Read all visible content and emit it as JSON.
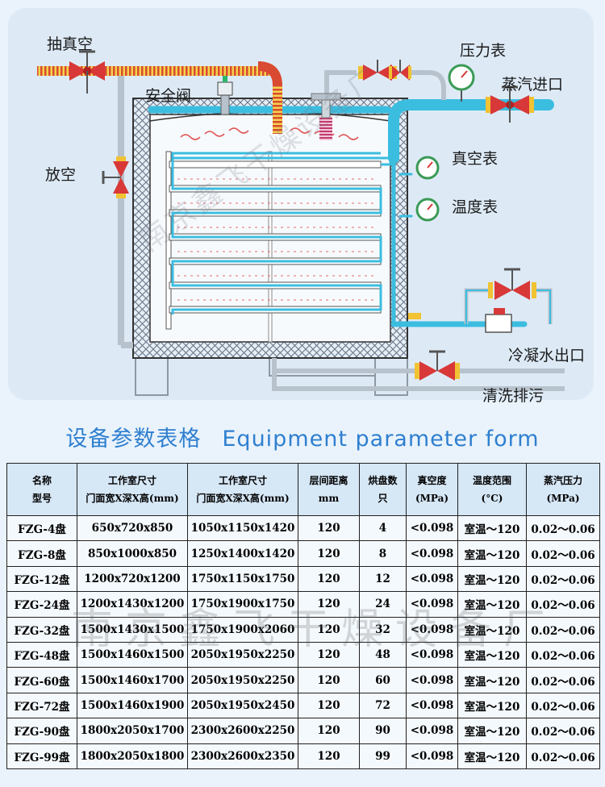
{
  "diagram": {
    "labels": {
      "vacuum_pump": "抽真空",
      "safety_valve": "安全阀",
      "pressure_gauge": "压力表",
      "steam_inlet": "蒸汽进口",
      "vent": "放空",
      "vacuum_gauge": "真空表",
      "thermometer": "温度表",
      "condensate_outlet": "冷凝水出口",
      "cleaning_drain": "清洗排污"
    },
    "watermark": "南京鑫飞干燥设备厂"
  },
  "colors": {
    "steam_pipe": "#3bbde0",
    "valve_red": "#d83838",
    "valve_yellow": "#f1c232",
    "pipe_gray": "#b7c2cc",
    "heading_blue": "#2f7fd0",
    "header_bg": "#d6e7f6"
  },
  "section": {
    "title_cn": "设备参数表格",
    "title_en": "Equipment parameter form"
  },
  "table": {
    "headers": [
      {
        "line1": "名称",
        "line2": "型号"
      },
      {
        "line1": "工作室尺寸",
        "line2": "门面宽X深X高(mm)"
      },
      {
        "line1": "工作室尺寸",
        "line2": "门面宽X深X高(mm)"
      },
      {
        "line1": "层间距离",
        "line2": "mm"
      },
      {
        "line1": "烘盘数",
        "line2": "只"
      },
      {
        "line1": "真空度",
        "line2": "(MPa)"
      },
      {
        "line1": "温度范围",
        "line2": "(°C)"
      },
      {
        "line1": "蒸汽压力",
        "line2": "(MPa)"
      }
    ],
    "rows": [
      [
        "FZG-4盘",
        "650x720x850",
        "1050x1150x1420",
        "120",
        "4",
        "<0.098",
        "室温～120",
        "0.02～0.06"
      ],
      [
        "FZG-8盘",
        "850x1000x850",
        "1250x1400x1420",
        "120",
        "8",
        "<0.098",
        "室温～120",
        "0.02～0.06"
      ],
      [
        "FZG-12盘",
        "1200x720x1200",
        "1750x1150x1750",
        "120",
        "12",
        "<0.098",
        "室温～120",
        "0.02～0.06"
      ],
      [
        "FZG-24盘",
        "1200x1430x1200",
        "1750x1900x1750",
        "120",
        "24",
        "<0.098",
        "室温～120",
        "0.02～0.06"
      ],
      [
        "FZG-32盘",
        "1500x1430x1500",
        "1750x1900x2060",
        "120",
        "32",
        "<0.098",
        "室温～120",
        "0.02～0.06"
      ],
      [
        "FZG-48盘",
        "1500x1460x1500",
        "2050x1950x2250",
        "120",
        "48",
        "<0.098",
        "室温～120",
        "0.02～0.06"
      ],
      [
        "FZG-60盘",
        "1500x1460x1700",
        "2050x1950x2250",
        "120",
        "60",
        "<0.098",
        "室温～120",
        "0.02～0.06"
      ],
      [
        "FZG-72盘",
        "1500x1460x1900",
        "2050x1950x2450",
        "120",
        "72",
        "<0.098",
        "室温～120",
        "0.02～0.06"
      ],
      [
        "FZG-90盘",
        "1800x2050x1700",
        "2300x2600x2250",
        "120",
        "90",
        "<0.098",
        "室温～120",
        "0.02～0.06"
      ],
      [
        "FZG-99盘",
        "1800x2050x1800",
        "2300x2600x2350",
        "120",
        "99",
        "<0.098",
        "室温～120",
        "0.02～0.06"
      ]
    ],
    "watermark": "南京鑫飞干燥设备厂"
  }
}
